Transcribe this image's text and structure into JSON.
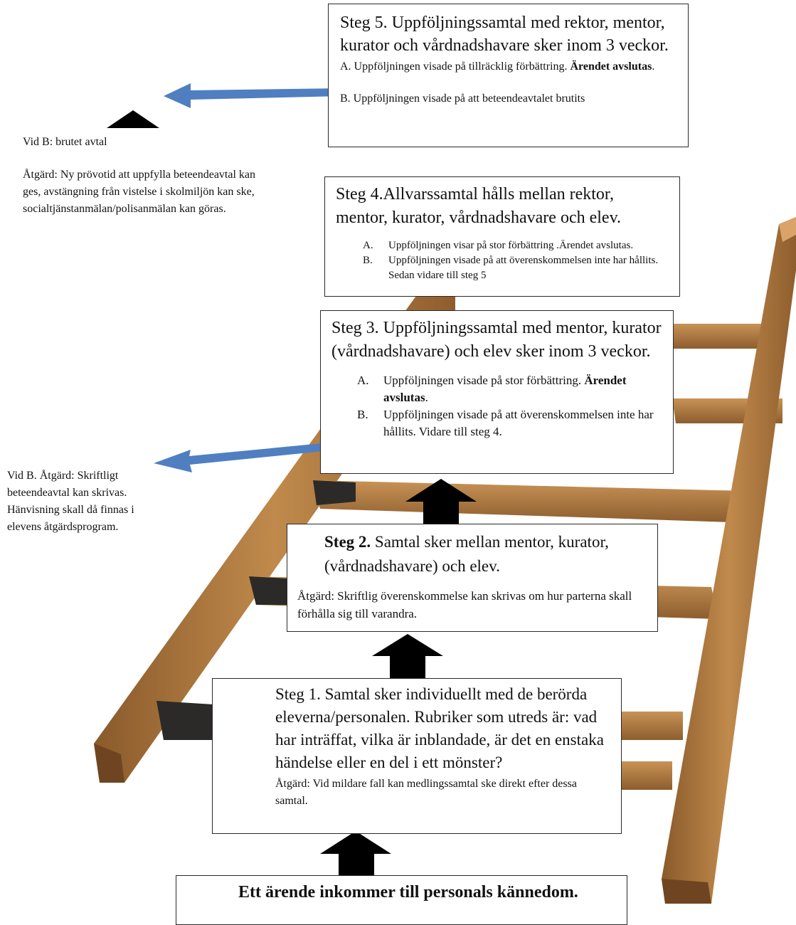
{
  "colors": {
    "wood": "#b07a3e",
    "wood_dark": "#7a4d22",
    "bracket": "#2b2a28",
    "blue_arrow": "#4f7fc1",
    "black_arrow": "#000000"
  },
  "icons": {
    "up_arrow": "black-up-arrow-icon",
    "side_arrow": "blue-left-arrow-icon",
    "triangle": "black-triangle-icon"
  },
  "start": {
    "text": "Ett ärende inkommer till personals kännedom."
  },
  "step1": {
    "heading": "Steg 1. Samtal sker individuellt med de berörda eleverna/personalen. Rubriker som utreds är: vad har inträffat, vilka är inblandade, är det en enstaka händelse eller en del i ett mönster?",
    "action": "Åtgärd: Vid mildare fall kan medlingssamtal ske direkt efter dessa samtal."
  },
  "step2": {
    "heading_bold": "Steg 2.",
    "heading_rest": " Samtal sker mellan mentor, kurator, (vårdnadshavare) och elev.",
    "action": "Åtgärd: Skriftlig överenskommelse kan skrivas om hur parterna skall förhålla sig till varandra."
  },
  "step3": {
    "heading": "Steg 3. Uppföljningssamtal med mentor, kurator (vårdnadshavare) och elev sker inom 3 veckor.",
    "a_marker": "A.",
    "a_text": "Uppföljningen visade på stor förbättring. ",
    "a_bold": "Ärendet avslutas",
    "a_end": ".",
    "b_marker": "B.",
    "b_text": "Uppföljningen visade  på att överenskommelsen inte har hållits. Vidare till steg 4."
  },
  "step4": {
    "heading": "Steg 4.Allvarssamtal hålls mellan rektor, mentor, kurator, vårdnadshavare och elev.",
    "a_marker": "A.",
    "a_text": "Uppföljningen visar på stor förbättring .Ärendet avslutas.",
    "b_marker": "B.",
    "b_text": "Uppföljningen visade på att överenskommelsen inte  har hållits. Sedan vidare till steg 5"
  },
  "step5": {
    "heading": "Steg 5. Uppföljningssamtal med rektor, mentor, kurator och vårdnadshavare sker inom 3 veckor.",
    "a_text": "A. Uppföljningen visade på tillräcklig förbättring. ",
    "a_bold": "Ärendet avslutas",
    "a_end": ".",
    "b_text": "B. Uppföljningen visade på att beteendeavtalet brutits"
  },
  "side_note_step3": {
    "text": "Vid B. Åtgärd: Skriftligt beteendeavtal kan skrivas. Hänvisning skall då finnas i elevens åtgärdsprogram."
  },
  "side_note_step5": {
    "title": "Vid B: brutet avtal",
    "text": "Åtgärd: Ny prövotid att uppfylla beteendeavtal kan ges, avstängning från vistelse i skolmiljön kan ske, socialtjänstanmälan/polisanmälan kan göras."
  }
}
